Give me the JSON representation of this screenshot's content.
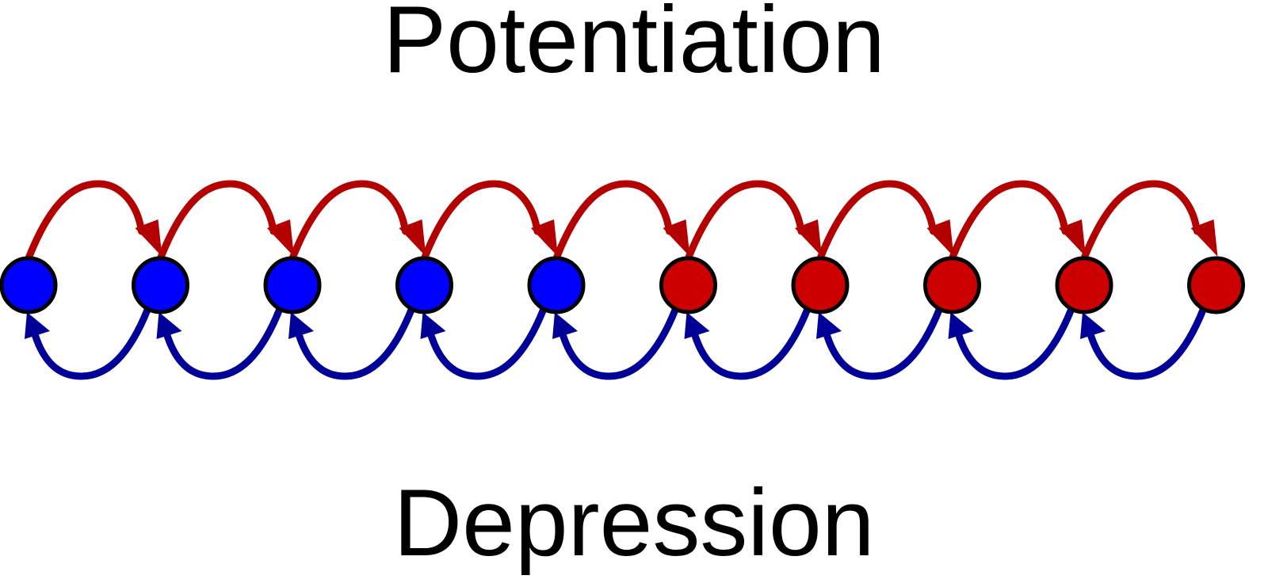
{
  "labels": {
    "top": "Potentiation",
    "bottom": "Depression"
  },
  "states": [
    {
      "type": "depressed"
    },
    {
      "type": "depressed"
    },
    {
      "type": "depressed"
    },
    {
      "type": "depressed"
    },
    {
      "type": "depressed"
    },
    {
      "type": "potentiated"
    },
    {
      "type": "potentiated"
    },
    {
      "type": "potentiated"
    },
    {
      "type": "potentiated"
    },
    {
      "type": "potentiated"
    }
  ],
  "colors": {
    "depressed_state": "#0000FF",
    "potentiated_state": "#CC0000",
    "potentiation_arrow": "#B30000",
    "depression_arrow": "#000099",
    "outline": "#000000"
  }
}
